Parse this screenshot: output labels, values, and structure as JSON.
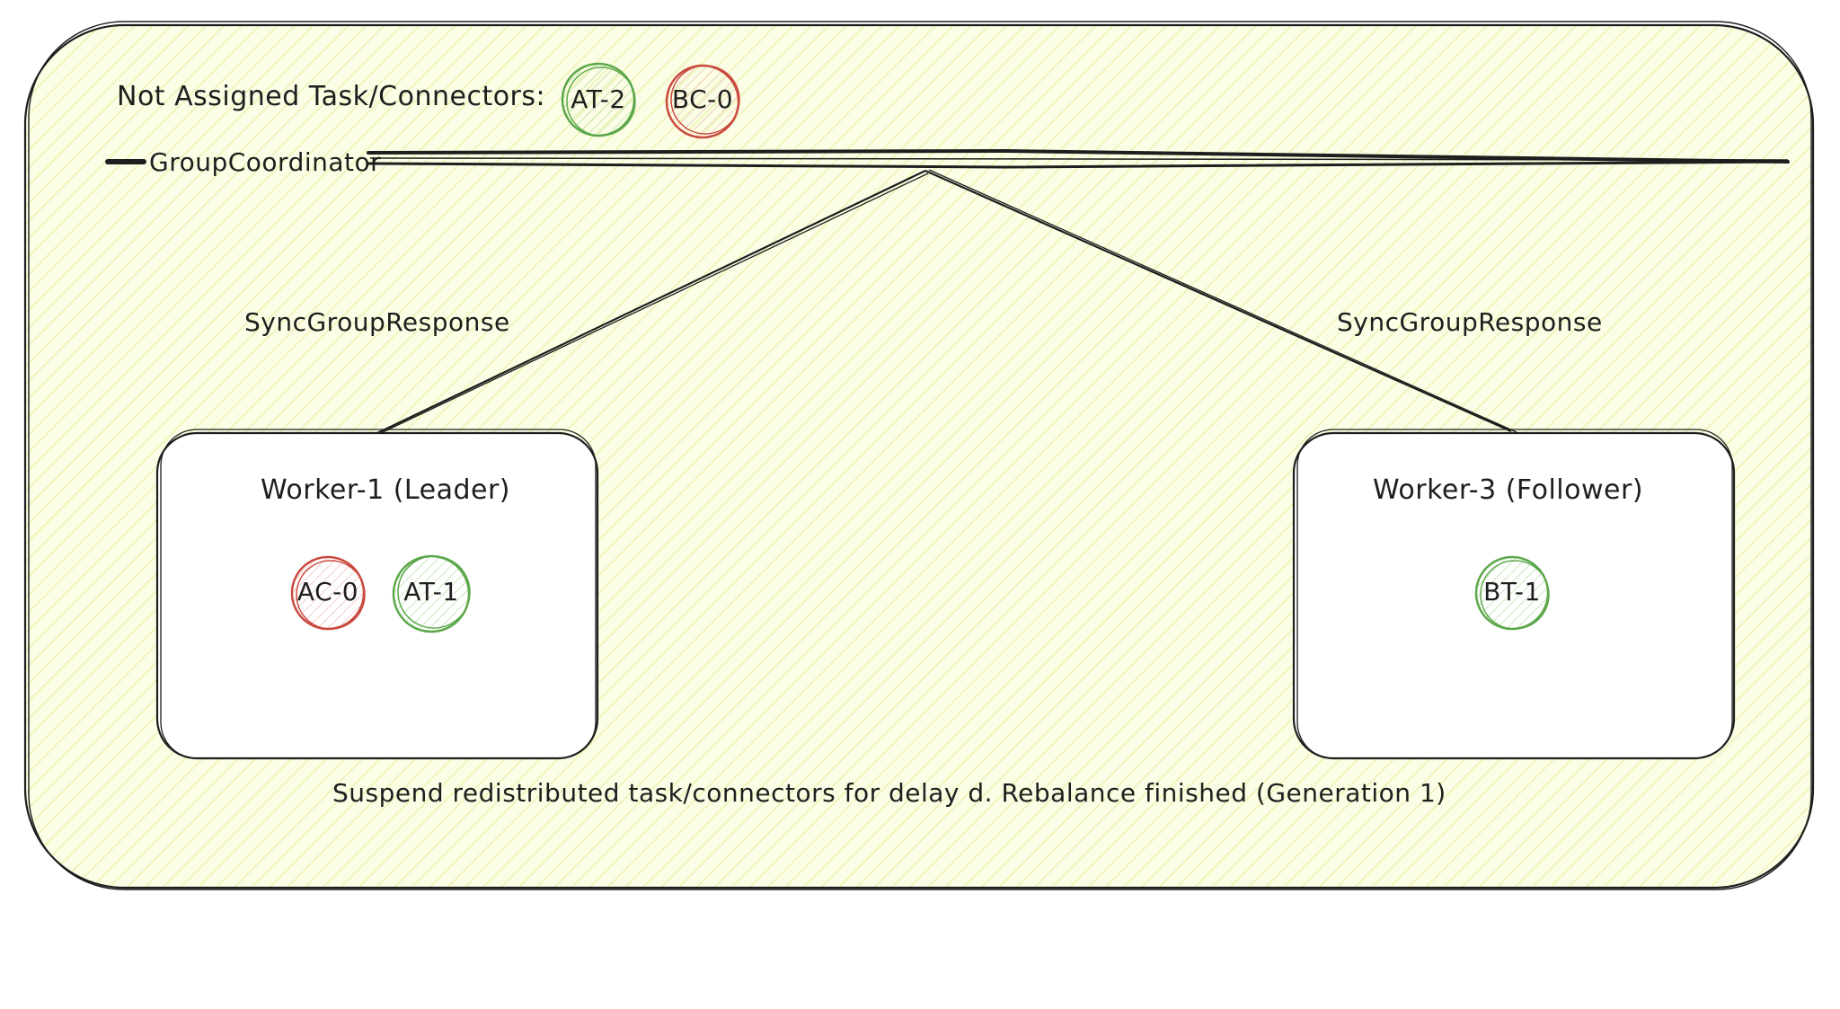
{
  "diagram": {
    "unassigned_label": "Not Assigned Task/Connectors:",
    "coordinator_label": "GroupCoordinator",
    "edges": [
      {
        "from": "GroupCoordinator",
        "to": "Worker-1 (Leader)",
        "label": "SyncGroupResponse"
      },
      {
        "from": "GroupCoordinator",
        "to": "Worker-3 (Follower)",
        "label": "SyncGroupResponse"
      }
    ],
    "unassigned_items": [
      {
        "label": "AT-2",
        "color": "#5ba84a"
      },
      {
        "label": "BC-0",
        "color": "#c94a3f"
      }
    ],
    "workers": [
      {
        "title": "Worker-1 (Leader)",
        "items": [
          {
            "label": "AC-0",
            "color": "#c94a3f"
          },
          {
            "label": "AT-1",
            "color": "#5ba84a"
          }
        ]
      },
      {
        "title": "Worker-3 (Follower)",
        "items": [
          {
            "label": "BT-1",
            "color": "#5ba84a"
          }
        ]
      }
    ],
    "footer_note": "Suspend redistributed task/connectors for delay d. Rebalance finished (Generation 1)"
  },
  "colors": {
    "background_fill": "#fbfde4",
    "stroke": "#1e1e1e",
    "connector_red": "#c94a3f",
    "task_green": "#5ba84a"
  }
}
